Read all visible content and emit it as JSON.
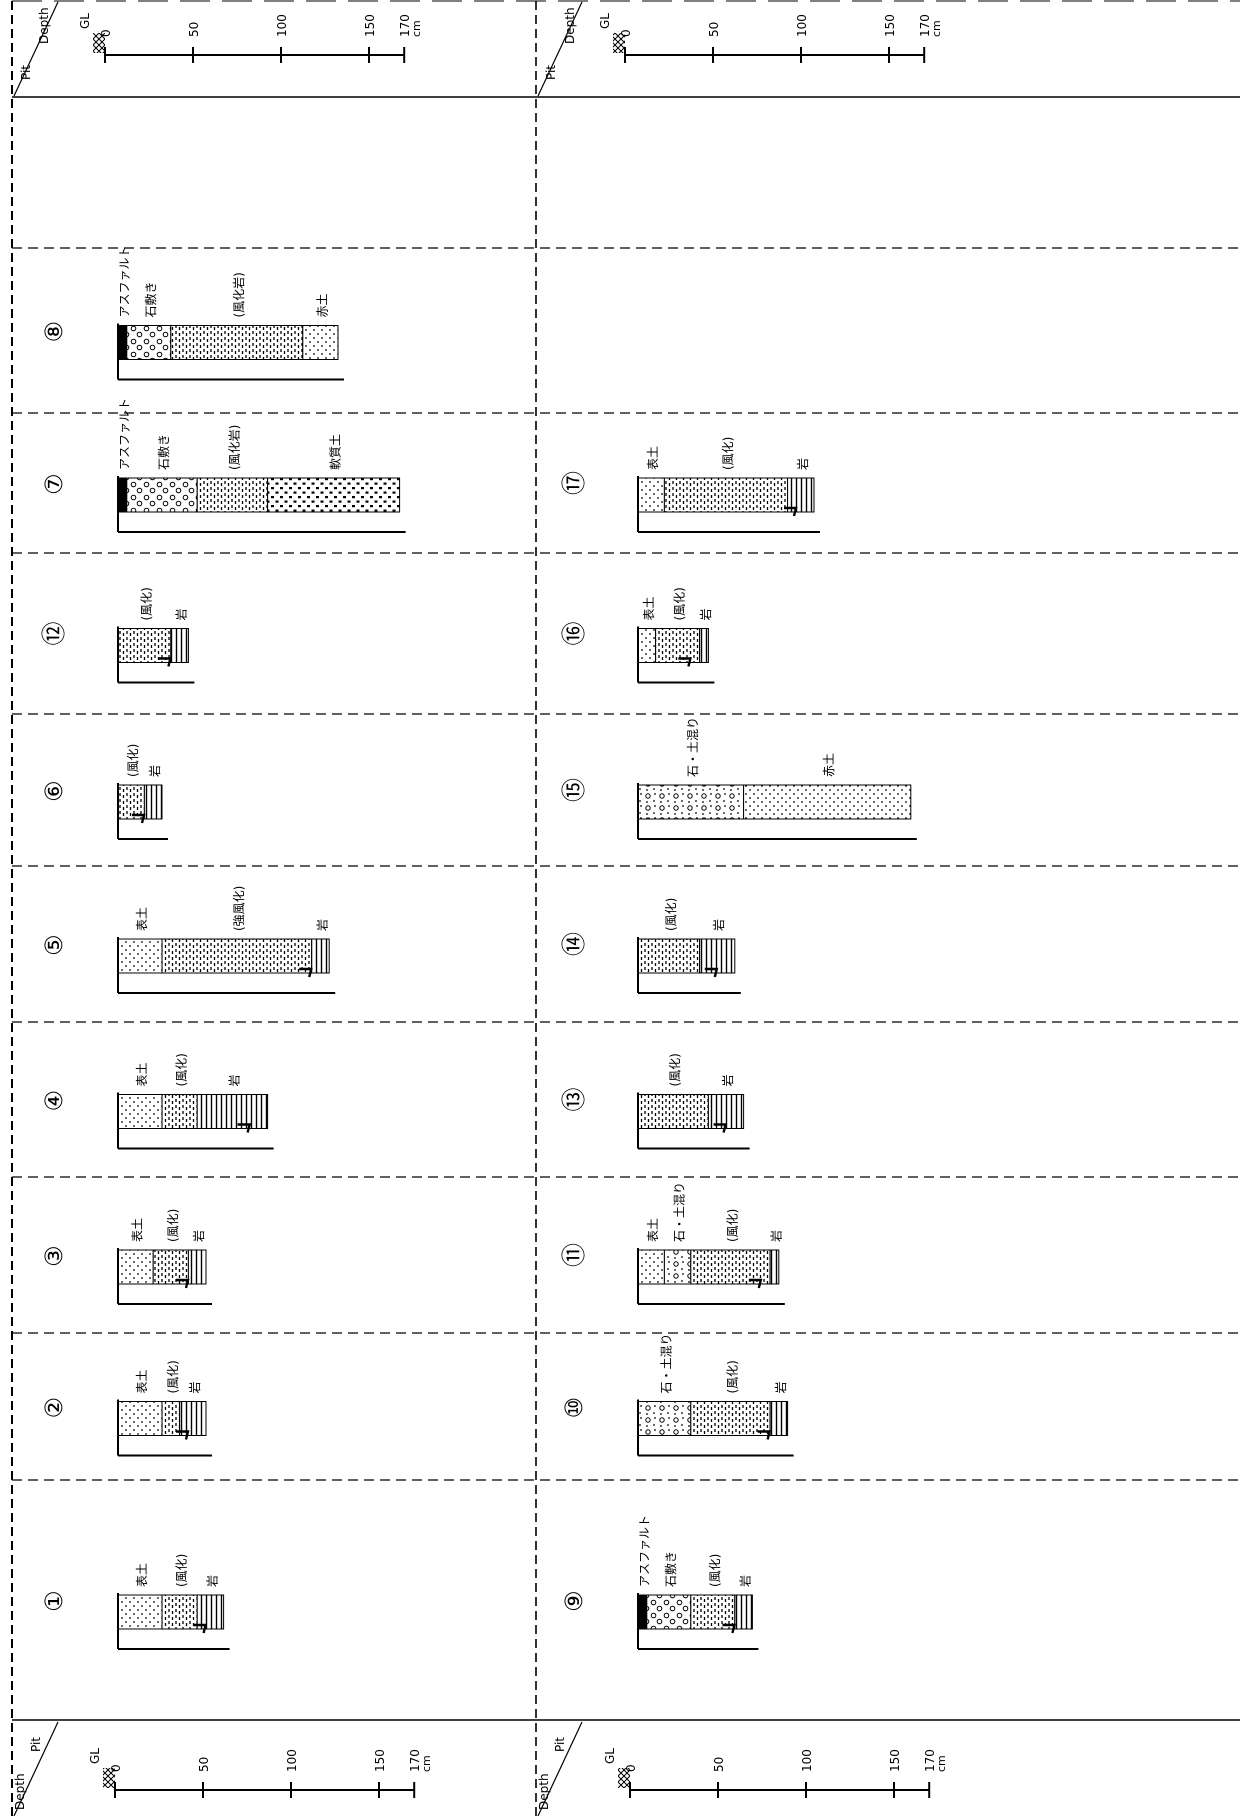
{
  "header": {
    "pit": "Pit",
    "depth_top": "Depth",
    "depth_bottom": "Depth",
    "ground_level": "GL",
    "unit": "cm",
    "scale_ticks": [
      "0",
      "50",
      "100",
      "150",
      "170"
    ]
  },
  "layer_types": {
    "asphalt": "アスファルト",
    "paving_stone": "石敷き",
    "weathered": "(風化)",
    "weathered_rock": "(風化岩)",
    "strongly_weathered": "(強風化)",
    "rock": "岩",
    "topsoil": "表土",
    "red_soil": "赤土",
    "yellow_soil": "軟質土",
    "stone_soil_mix": "石・土混り",
    "question": "?"
  },
  "pits_lower": [
    {
      "id": "①",
      "layers": [
        {
          "type": "topsoil",
          "label": "表土",
          "to": 25
        },
        {
          "type": "weathered",
          "label": "(風化)",
          "to": 45
        },
        {
          "type": "rock",
          "label": "岩",
          "to": 60
        }
      ]
    },
    {
      "id": "②",
      "layers": [
        {
          "type": "topsoil",
          "label": "表土",
          "to": 25
        },
        {
          "type": "weathered",
          "label": "(風化)",
          "to": 35
        },
        {
          "type": "rock",
          "label": "岩",
          "to": 50
        }
      ]
    },
    {
      "id": "③",
      "layers": [
        {
          "type": "topsoil",
          "label": "表土",
          "to": 20
        },
        {
          "type": "weathered",
          "label": "(風化)",
          "to": 40
        },
        {
          "type": "rock",
          "label": "岩",
          "to": 50
        }
      ]
    },
    {
      "id": "④",
      "layers": [
        {
          "type": "topsoil",
          "label": "表土",
          "to": 25
        },
        {
          "type": "weathered",
          "label": "(風化)",
          "to": 45
        },
        {
          "type": "rock",
          "label": "岩",
          "to": 85
        }
      ]
    },
    {
      "id": "⑤",
      "layers": [
        {
          "type": "topsoil",
          "label": "表土",
          "to": 25
        },
        {
          "type": "strongly_weathered",
          "label": "(強風化)",
          "to": 110
        },
        {
          "type": "rock",
          "label": "岩",
          "to": 120
        }
      ]
    },
    {
      "id": "⑥",
      "layers": [
        {
          "type": "weathered",
          "label": "(風化)",
          "to": 15
        },
        {
          "type": "rock",
          "label": "岩",
          "to": 25
        }
      ]
    },
    {
      "id": "⑫",
      "layers": [
        {
          "type": "weathered",
          "label": "(風化)",
          "to": 30
        },
        {
          "type": "rock",
          "label": "岩",
          "to": 40
        }
      ]
    },
    {
      "id": "⑦",
      "layers": [
        {
          "type": "asphalt",
          "label": "アスファルト",
          "to": 5
        },
        {
          "type": "paving_stone",
          "label": "石敷き",
          "to": 45
        },
        {
          "type": "weathered_rock",
          "label": "(風化岩)",
          "to": 85
        },
        {
          "type": "yellow_soil",
          "label": "軟質土",
          "to": 160
        }
      ]
    },
    {
      "id": "⑧",
      "layers": [
        {
          "type": "asphalt",
          "label": "アスファルト",
          "to": 5
        },
        {
          "type": "paving_stone",
          "label": "石敷き",
          "to": 30
        },
        {
          "type": "weathered_rock",
          "label": "(風化岩)",
          "to": 105
        },
        {
          "type": "red_soil",
          "label": "赤土",
          "to": 125
        }
      ]
    }
  ],
  "pits_upper": [
    {
      "id": "⑨",
      "layers": [
        {
          "type": "asphalt",
          "label": "アスファルト",
          "to": 5
        },
        {
          "type": "paving_stone",
          "label": "石敷き",
          "to": 30
        },
        {
          "type": "weathered",
          "label": "(風化)",
          "to": 55
        },
        {
          "type": "rock",
          "label": "岩",
          "to": 65
        }
      ]
    },
    {
      "id": "⑩",
      "layers": [
        {
          "type": "stone_soil_mix",
          "label": "石・土混り",
          "to": 30
        },
        {
          "type": "weathered",
          "label": "(風化)",
          "to": 75
        },
        {
          "type": "rock",
          "label": "岩",
          "to": 85
        }
      ]
    },
    {
      "id": "⑪",
      "layers": [
        {
          "type": "topsoil",
          "label": "表土",
          "to": 15
        },
        {
          "type": "stone_soil_mix",
          "label": "石・土混り",
          "to": 30
        },
        {
          "type": "weathered",
          "label": "(風化)",
          "to": 75
        },
        {
          "type": "rock",
          "label": "岩",
          "to": 80
        }
      ]
    },
    {
      "id": "⑬",
      "layers": [
        {
          "type": "weathered",
          "label": "(風化)",
          "to": 40
        },
        {
          "type": "rock",
          "label": "岩",
          "to": 60
        }
      ]
    },
    {
      "id": "⑭",
      "layers": [
        {
          "type": "weathered",
          "label": "(風化)",
          "to": 35
        },
        {
          "type": "rock",
          "label": "岩",
          "to": 55
        }
      ]
    },
    {
      "id": "⑮",
      "layers": [
        {
          "type": "stone_soil_mix",
          "label": "石・土混り",
          "to": 60
        },
        {
          "type": "red_soil",
          "label": "赤土",
          "to": 155
        }
      ]
    },
    {
      "id": "⑯",
      "layers": [
        {
          "type": "topsoil",
          "label": "表土",
          "to": 10
        },
        {
          "type": "weathered",
          "label": "(風化)",
          "to": 35
        },
        {
          "type": "rock",
          "label": "岩",
          "to": 40
        }
      ]
    },
    {
      "id": "⑰",
      "layers": [
        {
          "type": "topsoil",
          "label": "表土",
          "to": 15
        },
        {
          "type": "weathered",
          "label": "(風化)",
          "to": 85
        },
        {
          "type": "rock",
          "label": "岩",
          "to": 100
        }
      ]
    },
    {
      "id": "",
      "layers": []
    }
  ]
}
